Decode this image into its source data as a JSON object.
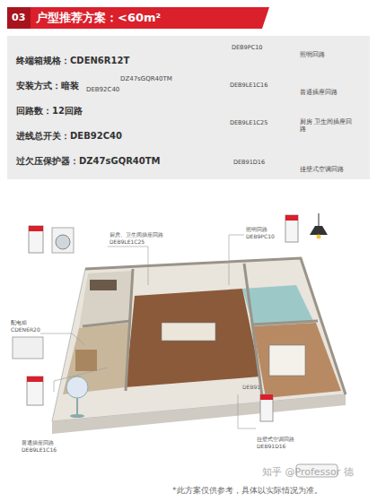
{
  "diagram": {
    "title": "户型推荐方案：<60m²",
    "nodes": [
      {
        "text": [
          "终端箱规格：CDEN6R12T",
          "安装方式：暗装",
          "回路数：12回路",
          "进线总开关：DEB92C40",
          "过欠压保护器：DZ47sGQR40TM"
        ]
      }
    ],
    "labels": [
      "03",
      "DEB92C40",
      "DZ47sGQR40TM",
      "DEB9PC10",
      "照明回路",
      "DEB9LE1C16",
      "普通插座回路",
      "DEB9LE1C25",
      "厨房 卫生间插座回路",
      "DEB91D16",
      "挂壁式空调回路",
      "厨房、卫生间插座回路",
      "DEB9LE1C25",
      "照明回路",
      "DEB9PC10",
      "配电箱",
      "CDEN6R20",
      "普通插座回路",
      "DEB9LE1C16",
      "挂壁式空调回路",
      "DEB91D16",
      "DEB91",
      "知乎 @Professor 德",
      "*此方案仅供参考，具体以实际情况为准。"
    ]
  }
}
